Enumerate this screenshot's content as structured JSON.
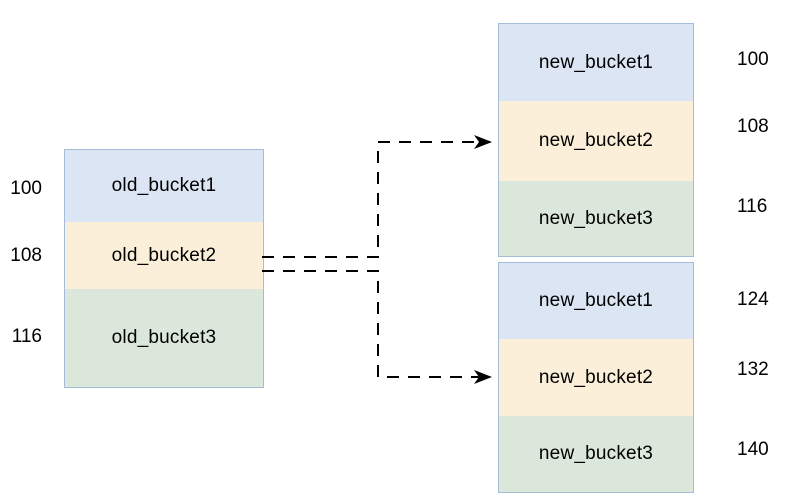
{
  "colors": {
    "row_blue": "#dbe5f4",
    "row_cream": "#fcefd9",
    "row_green": "#dbe7da",
    "table_border": "#a3bdd9",
    "arrow": "#000000",
    "text": "#000000",
    "background": "#ffffff"
  },
  "old_table": {
    "rows": [
      {
        "label": "old_bucket1",
        "address": "100"
      },
      {
        "label": "old_bucket2",
        "address": "108"
      },
      {
        "label": "old_bucket3",
        "address": "116"
      }
    ]
  },
  "new_table_top": {
    "rows": [
      {
        "label": "new_bucket1",
        "address": "100"
      },
      {
        "label": "new_bucket2",
        "address": "108"
      },
      {
        "label": "new_bucket3",
        "address": "116"
      }
    ]
  },
  "new_table_bottom": {
    "rows": [
      {
        "label": "new_bucket1",
        "address": "124"
      },
      {
        "label": "new_bucket2",
        "address": "132"
      },
      {
        "label": "new_bucket3",
        "address": "140"
      }
    ]
  },
  "connections": [
    {
      "from": "old_bucket2",
      "to": "new_bucket2 (top table)",
      "style": "dashed-arrow"
    },
    {
      "from": "old_bucket2",
      "to": "new_bucket2 (bottom table)",
      "style": "dashed-arrow"
    }
  ]
}
